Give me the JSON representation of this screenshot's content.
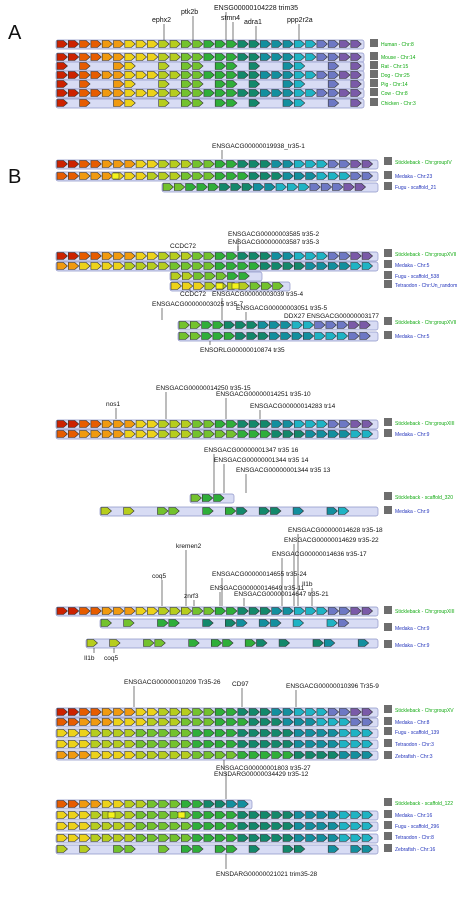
{
  "panels": [
    {
      "letter": "A",
      "labels": [
        "ENSG00000104228 trim35",
        "ephx2",
        "ptk2b",
        "stmn4",
        "adra1",
        "ppp2r2a"
      ],
      "species": [
        "Human - Chr:8",
        "Mouse - Chr:14",
        "Rat - Chr:15",
        "Dog - Chr:25",
        "Pig - Chr:14",
        "Cow - Chr:8",
        "Chicken - Chr:3"
      ]
    },
    {
      "letter": "B"
    }
  ],
  "blocks": [
    {
      "labels": [
        "ENSGACG00000019938_tr35-1"
      ],
      "species": [
        "Stickleback - Chr:groupIV",
        "Medaka - Chr:23",
        "Fugu - scaffold_21"
      ]
    },
    {
      "labels": [
        "ENSGACG00000003585 tr35-2",
        "CCDC72",
        "ENSGACG00000003587 tr35-3",
        "CCDC72"
      ],
      "species": [
        "Stickleback - Chr:groupXVII",
        "Medaka - Chr:5",
        "Fugu - scaffold_538",
        "Tetraodon - Chr:Un_random"
      ]
    },
    {
      "labels": [
        "ENSGACG00000003025 tr35-7",
        "ENSGACG00000003039 tr35-4",
        "ENSGACG00000003051 tr35-5",
        "DDX27 ENSGACG00000003177",
        "ENSORLG00000010874 tr35"
      ],
      "species": [
        "Stickleback - Chr:groupXVII",
        "Medaka - Chr:5"
      ]
    },
    {
      "labels": [
        "ENSGACG00000014250 tr35-15",
        "nos1",
        "ENSGACG00000014251 tr35-10",
        "ENSGACG00000014283 tr14"
      ],
      "species": [
        "Stickleback - Chr:groupXIII",
        "Medaka - Chr:9"
      ]
    },
    {
      "labels": [
        "ENSGACG00000001347 tr35 16",
        "ENSGACG00000001344 tr35 14",
        "ENSGACG00000001344 tr35 13"
      ],
      "species": [
        "Stickleback - scaffold_320",
        "Medaka - Chr:9"
      ]
    },
    {
      "labels": [
        "ENSGACG00000014628 tr35-18",
        "kremen2",
        "ENSGACG00000014629 tr35-22",
        "ENSGACG00000014636 tr35-17",
        "coq5",
        "Il1b",
        "ENSGACG00000014655 tr35-24",
        "znrf3",
        "ENSGACG00000014649 tr35-11",
        "ENSGACG00000014647 tr35-21",
        "Il1b",
        "coq5"
      ],
      "species": [
        "Stickleback - Chr:groupXIII",
        "Medaka - Chr:9",
        "Medaka - Chr:9"
      ]
    },
    {
      "labels": [
        "ENSGACG00000010209 Tr35-26",
        "CD97",
        "ENSGACG00000010396 Tr35-9",
        "ENSDARG00000034429 tr35-12"
      ],
      "species": [
        "Stickleback - Chr:groupXV",
        "Medaka - Chr:8",
        "Fugu - scaffold_139",
        "Tetraodon - Chr:3",
        "Zebrafish - Chr:3"
      ]
    },
    {
      "labels": [
        "ENSGACG00000001803 tr35-27",
        "ENSDARG00000021021 trim35-28"
      ],
      "species": [
        "Stickleback - scaffold_122",
        "Medaka - Chr:16",
        "Fugu - scaffold_296",
        "Tetraodon - Chr:8",
        "Zebrafish - Chr:16"
      ]
    }
  ],
  "colors": {
    "track_bg": "#d8dcf4",
    "track_border": "#8f95c8",
    "arrow_border": "#333333",
    "ref_species_text": "#11aa11",
    "other_species_text": "#2233bb",
    "label_text": "#111111",
    "leader_line": "#222222",
    "gradient": [
      "#cc2200",
      "#e65c00",
      "#f09a10",
      "#ecd21a",
      "#b6cd1e",
      "#73c22e",
      "#2fae3a",
      "#13886b",
      "#138f9e",
      "#1fb3c4",
      "#6d78c4",
      "#7a5aa8"
    ]
  }
}
